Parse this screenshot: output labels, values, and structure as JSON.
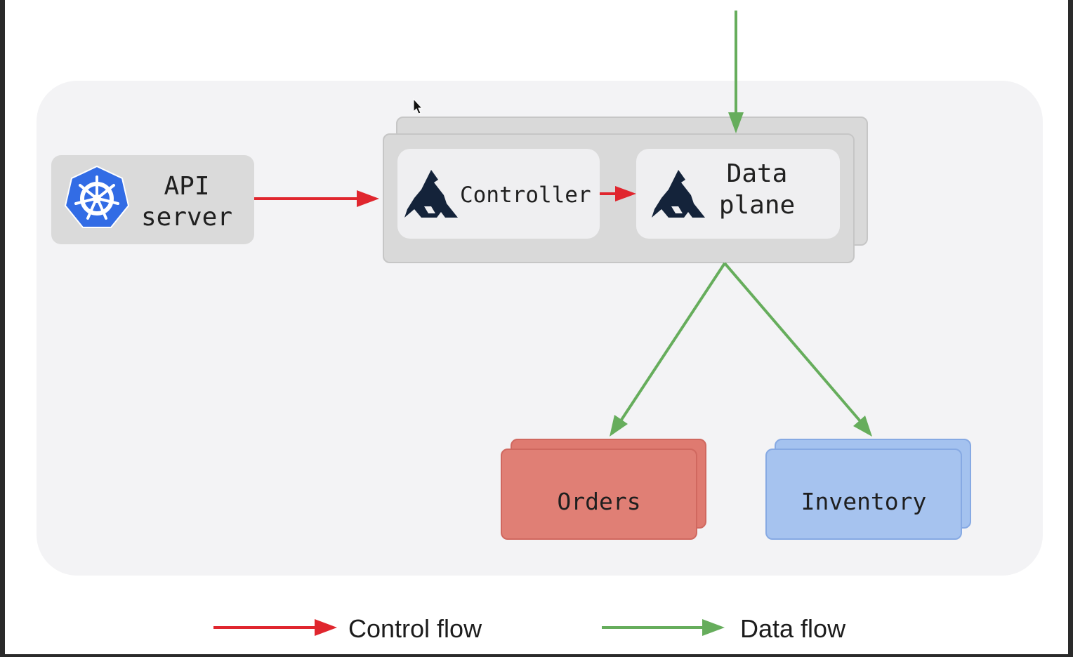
{
  "nodes": {
    "api_server": {
      "line1": "API",
      "line2": "server",
      "icon": "kubernetes-icon"
    },
    "controller": {
      "label": "Controller",
      "icon": "kong-gorilla-icon"
    },
    "data_plane": {
      "line1": "Data",
      "line2": "plane",
      "icon": "kong-gorilla-icon"
    },
    "orders": {
      "label": "Orders"
    },
    "inventory": {
      "label": "Inventory"
    }
  },
  "edges": [
    {
      "from": "api_server",
      "to": "controller",
      "kind": "control"
    },
    {
      "from": "controller",
      "to": "data_plane",
      "kind": "control"
    },
    {
      "from": "external",
      "to": "data_plane",
      "kind": "data"
    },
    {
      "from": "data_plane",
      "to": "orders",
      "kind": "data"
    },
    {
      "from": "data_plane",
      "to": "inventory",
      "kind": "data"
    }
  ],
  "legend": {
    "control_flow": "Control flow",
    "data_flow": "Data flow"
  },
  "colors": {
    "control": "#e0262e",
    "data": "#66ad5c",
    "orders": "#e07f75",
    "inventory": "#a6c3ef",
    "kubernetes": "#326ce5",
    "kong": "#14233a"
  }
}
